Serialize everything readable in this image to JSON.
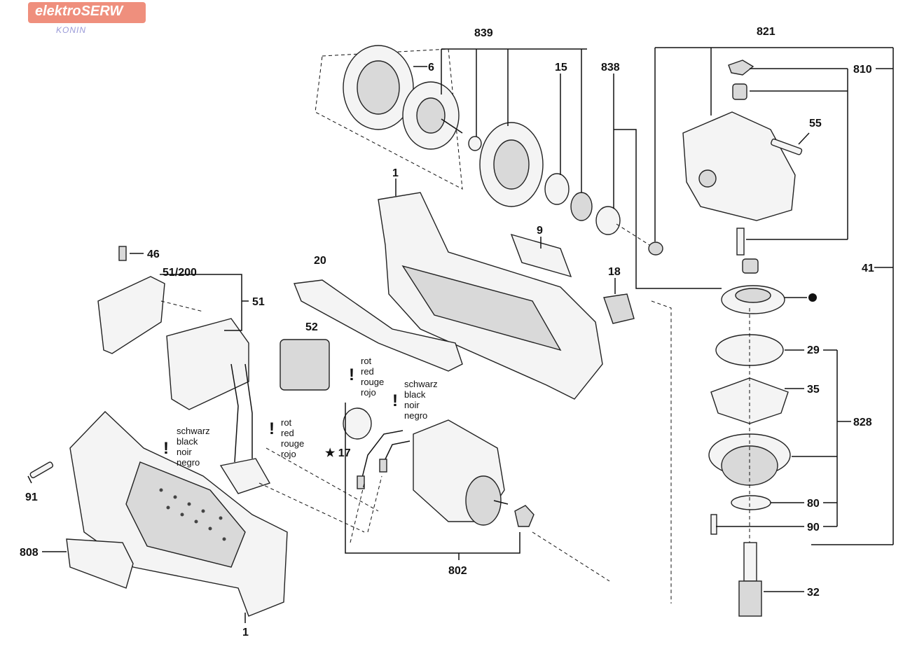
{
  "brand": {
    "name": "elektroSERW",
    "city": "KONIN"
  },
  "refs": {
    "r839": "839",
    "r6": "6",
    "r15": "15",
    "r838": "838",
    "r821": "821",
    "r810": "810",
    "r55": "55",
    "r41": "41",
    "r1_top": "1",
    "r9": "9",
    "r20": "20",
    "r18": "18",
    "r46": "46",
    "r51_200": "51/200",
    "r51": "51",
    "r52": "52",
    "r29": "29",
    "r35": "35",
    "r828": "828",
    "r80": "80",
    "r90": "90",
    "r32": "32",
    "r17": "★ 17",
    "r802": "802",
    "r91": "91",
    "r808": "808",
    "r1_bottom": "1"
  },
  "wire_notes": {
    "red": [
      "rot",
      "red",
      "rouge",
      "rojo"
    ],
    "black": [
      "schwarz",
      "black",
      "noir",
      "negro"
    ],
    "exclamation": "!"
  },
  "colors": {
    "logo_bg": "#ef8f7d",
    "logo_text": "#ffffff",
    "logo_sub": "#9a9ad8",
    "ink": "#111111"
  }
}
